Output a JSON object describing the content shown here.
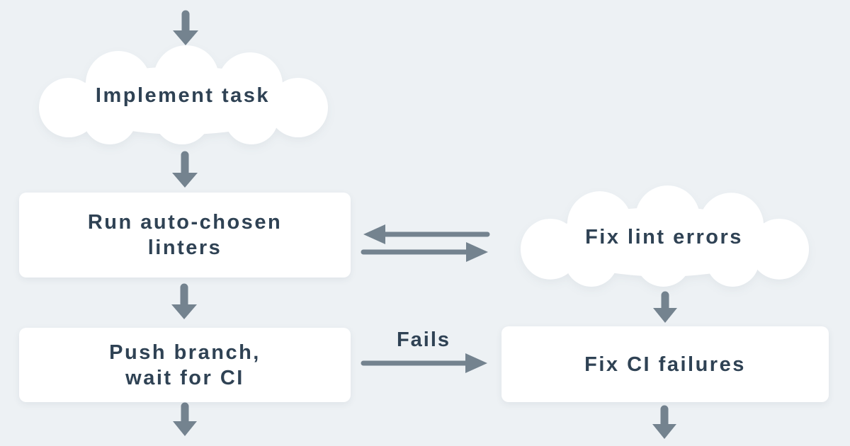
{
  "palette": {
    "background": "#edf1f4",
    "node_fill": "#ffffff",
    "text_color": "#2f4254",
    "arrow_color": "#74838f"
  },
  "flowchart": {
    "nodes": {
      "implement_task": {
        "shape": "cloud",
        "label": "Implement task"
      },
      "run_linters": {
        "shape": "rectangle",
        "line1": "Run auto-chosen",
        "line2": "linters"
      },
      "fix_lint_errors": {
        "shape": "cloud",
        "label": "Fix lint errors"
      },
      "push_branch": {
        "shape": "rectangle",
        "line1": "Push branch,",
        "line2": "wait for CI"
      },
      "fix_ci_failures": {
        "shape": "rectangle",
        "label": "Fix CI failures"
      }
    },
    "edges": [
      {
        "from": "start",
        "to": "implement_task",
        "direction": "down",
        "label": ""
      },
      {
        "from": "implement_task",
        "to": "run_linters",
        "direction": "down",
        "label": ""
      },
      {
        "from": "fix_lint_errors",
        "to": "run_linters",
        "direction": "left",
        "label": ""
      },
      {
        "from": "run_linters",
        "to": "fix_lint_errors",
        "direction": "right",
        "label": ""
      },
      {
        "from": "run_linters",
        "to": "push_branch",
        "direction": "down",
        "label": ""
      },
      {
        "from": "fix_lint_errors",
        "to": "fix_ci_failures",
        "direction": "down",
        "label": ""
      },
      {
        "from": "push_branch",
        "to": "fix_ci_failures",
        "direction": "right",
        "label": "Fails"
      },
      {
        "from": "push_branch",
        "to": "end",
        "direction": "down",
        "label": ""
      },
      {
        "from": "fix_ci_failures",
        "to": "end",
        "direction": "down",
        "label": ""
      }
    ]
  }
}
